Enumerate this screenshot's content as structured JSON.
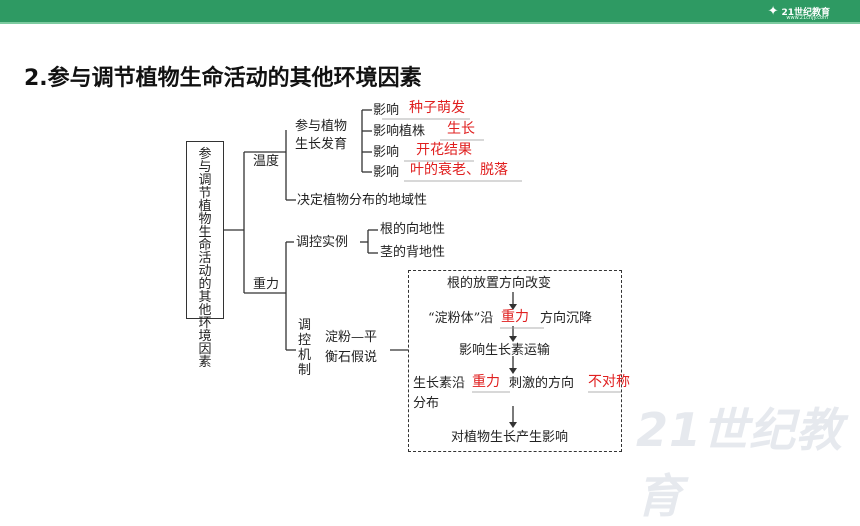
{
  "header": {
    "logo_text": "21世纪教育",
    "logo_sub": "www.21cnjy.com"
  },
  "title": "2.参与调节植物生命活动的其他环境因素",
  "diagram": {
    "root": "参与调节植物生命活动的其他环境因素",
    "temperature": {
      "label": "温度",
      "participate": [
        "参与植物",
        "生长发育"
      ],
      "effects": [
        {
          "prefix": "影响",
          "answer": "种子萌发"
        },
        {
          "prefix": "影响植株",
          "answer": "生长"
        },
        {
          "prefix": "影响",
          "answer": "开花结果"
        },
        {
          "prefix": "影响",
          "answer": "叶的衰老、脱落"
        }
      ],
      "distribution": "决定植物分布的地域性"
    },
    "gravity": {
      "label": "重力",
      "examples_label": "调控实例",
      "examples": [
        "根的向地性",
        "茎的背地性"
      ],
      "mechanism_label": "调控机制",
      "hypothesis": [
        "淀粉—平",
        "衡石假说"
      ],
      "steps": {
        "s1": "根的放置方向改变",
        "s2_pre": "“淀粉体”沿",
        "s2_red": "重力",
        "s2_post": "方向沉降",
        "s3": "影响生长素运输",
        "s4_pre": "生长素沿",
        "s4_red": "重力",
        "s4_mid": "刺激的方向",
        "s4_red2": "不对称",
        "s4_post": "分布",
        "s5": "对植物生长产生影响"
      }
    }
  },
  "watermark": "21世纪教育",
  "colors": {
    "header": "#2e9a63",
    "answer": "#e02020"
  }
}
